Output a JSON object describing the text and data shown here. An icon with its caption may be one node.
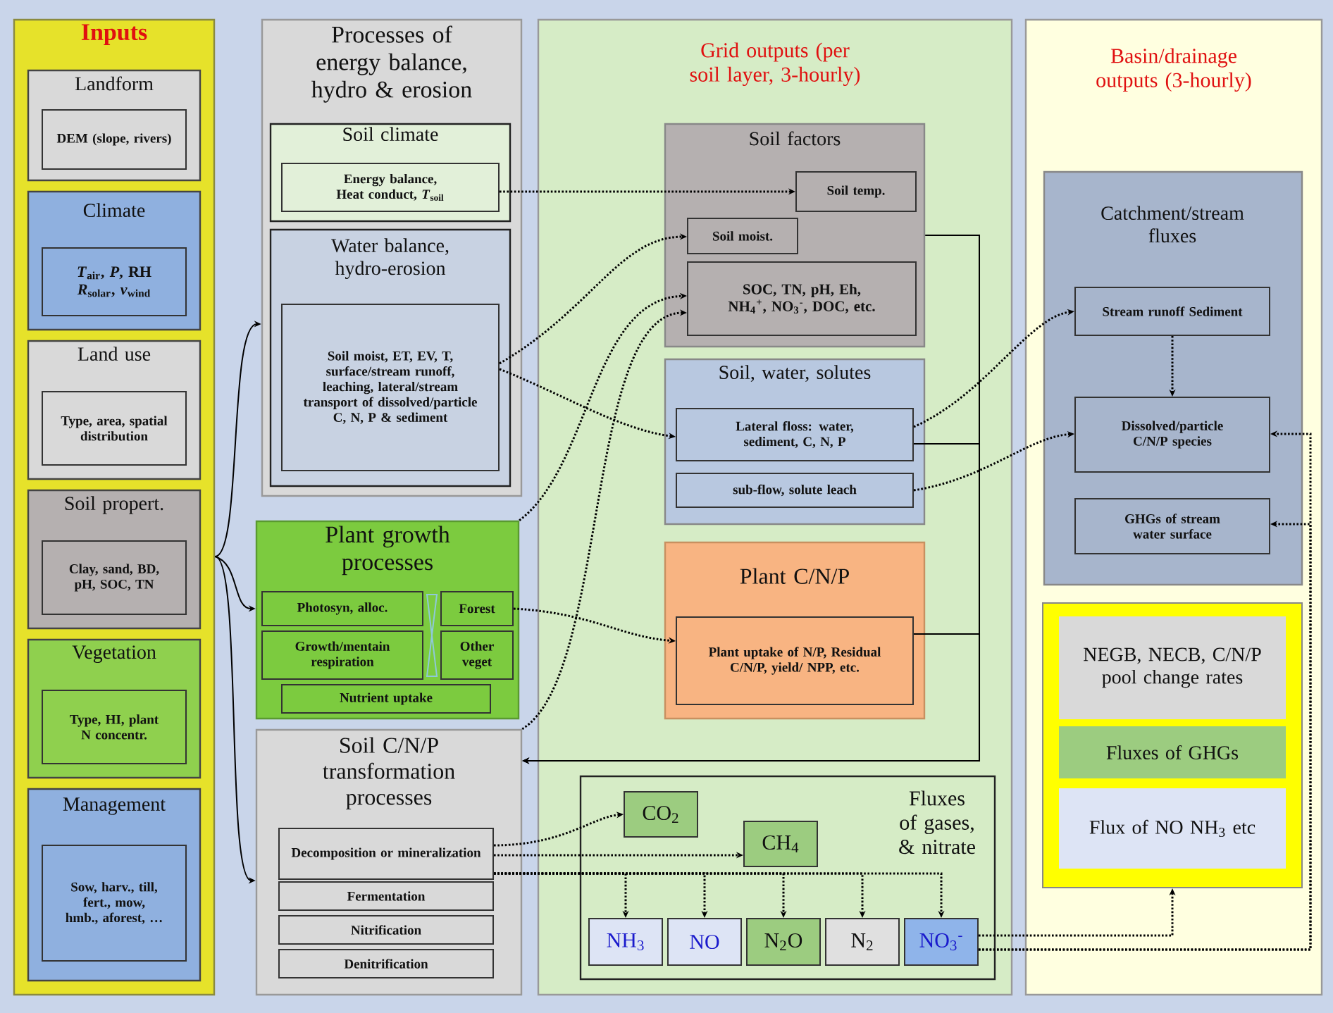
{
  "diagram": {
    "nodes": [
      {
        "text": [
          "Inputs"
        ]
      },
      {
        "text": [
          "Landform"
        ],
        "in": 0
      },
      {
        "text": [
          "DEM (slope, rivers)"
        ],
        "in": 1
      },
      {
        "text": [
          "Climate"
        ],
        "in": 0
      },
      {
        "text": [
          "*T*$_{air}$, *P*, RH *R*$_{solar}$, *v*$_{wind}$"
        ],
        "in": 3
      },
      {
        "text": [
          "Land use"
        ],
        "in": 0
      },
      {
        "text": [
          "Type, area, spatial distribution"
        ],
        "in": 5
      },
      {
        "text": [
          "Soil propert."
        ],
        "in": 0
      },
      {
        "text": [
          "Clay, sand, BD, pH, SOC, TN"
        ],
        "in": 7
      },
      {
        "text": [
          "Vegetation"
        ],
        "in": 0
      },
      {
        "text": [
          "Type, HI, plant N concentr."
        ],
        "in": 9
      },
      {
        "text": [
          "Management"
        ],
        "in": 0
      },
      {
        "text": [
          "Sow, harv., till, fert., mow, hmb., aforest, …"
        ],
        "in": 11
      },
      {
        "text": [
          "Processes of energy balance, hydro & erosion"
        ]
      },
      {
        "text": [
          "Soil climate"
        ],
        "in": 13
      },
      {
        "text": [
          "Energy balance, Heat conduct, *T*$_{soil}$"
        ],
        "in": 14
      },
      {
        "text": [
          "Water balance, hydro-erosion"
        ],
        "in": 13
      },
      {
        "text": [
          "Soil moist, ET, EV, T, surface/stream runoff, leaching, lateral/stream transport of dissolved/particle C, N, P & sediment"
        ],
        "in": 16
      },
      {
        "text": [
          "Plant growth processes"
        ]
      },
      {
        "text": [
          "Photosyn, alloc."
        ],
        "in": 18
      },
      {
        "text": [
          "Forest"
        ],
        "in": 18
      },
      {
        "text": [
          "Growth/mentain respiration"
        ],
        "in": 18
      },
      {
        "text": [
          "Other veget"
        ],
        "in": 18
      },
      {
        "text": [
          "Nutrient uptake"
        ],
        "in": 18
      },
      {
        "text": [
          "Soil C/N/P transformation processes"
        ]
      },
      {
        "text": [
          "Decomposition or mineralization"
        ],
        "in": 24
      },
      {
        "text": [
          "Fermentation"
        ],
        "in": 24
      },
      {
        "text": [
          "Nitrification"
        ],
        "in": 24
      },
      {
        "text": [
          "Denitrification"
        ],
        "in": 24
      },
      {
        "text": [
          "Grid outputs (per soil layer, 3-hourly)"
        ]
      },
      {
        "text": [
          "Soil factors"
        ],
        "in": 29
      },
      {
        "text": [
          "Soil temp."
        ],
        "in": 30
      },
      {
        "text": [
          "Soil moist."
        ],
        "in": 30
      },
      {
        "text": [
          "SOC, TN, pH, Eh, NH$_{4}$$^{+}$, NO$_{3}$$^{-}$, DOC, etc."
        ],
        "in": 30
      },
      {
        "text": [
          "Soil, water, solutes"
        ],
        "in": 29
      },
      {
        "text": [
          "Lateral floss: water, sediment, C, N, P"
        ],
        "in": 34
      },
      {
        "text": [
          "sub-flow, solute leach"
        ],
        "in": 34
      },
      {
        "text": [
          "Plant C/N/P"
        ],
        "in": 29
      },
      {
        "text": [
          "Plant uptake of N/P, Residual C/N/P, yield/ NPP, etc."
        ],
        "in": 37
      },
      {
        "text": [
          "Fluxes of gases, & nitrate"
        ],
        "in": 29
      },
      {
        "text": [
          "CO$_{2}$"
        ],
        "in": 39
      },
      {
        "text": [
          "CH$_{4}$"
        ],
        "in": 39
      },
      {
        "text": [
          "NH$_{3}$"
        ],
        "in": 39
      },
      {
        "text": [
          "NO"
        ],
        "in": 39
      },
      {
        "text": [
          "N$_{2}$O"
        ],
        "in": 39
      },
      {
        "text": [
          "N$_{2}$"
        ],
        "in": 39
      },
      {
        "text": [
          "NO$_{3}$$^{-}$"
        ],
        "in": 39
      },
      {
        "text": [
          "Basin/drainage outputs (3-hourly)"
        ]
      },
      {
        "text": [
          "Catchment/stream fluxes"
        ],
        "in": 47
      },
      {
        "text": [
          "Stream runoff Sediment"
        ],
        "in": 48
      },
      {
        "text": [
          "Dissolved/particle C/N/P species"
        ],
        "in": 48
      },
      {
        "text": [
          "GHGs of stream water surface"
        ],
        "in": 48
      },
      {
        "text": [],
        "shape": "box",
        "in": 47
      },
      {
        "text": [
          "NEGB, NECB, C/N/P pool change rates"
        ],
        "in": 52
      },
      {
        "text": [
          "Fluxes of GHGs"
        ],
        "in": 52
      },
      {
        "text": [
          "Flux of NO NH$_{3}$ etc"
        ],
        "in": 52
      }
    ],
    "edges": [
      {
        "from": 0,
        "to": 13,
        "arrow": "to"
      },
      {
        "from": 0,
        "to": 18,
        "arrow": "to"
      },
      {
        "from": 0,
        "to": 24,
        "arrow": "to"
      },
      {
        "from": 15,
        "to": 31,
        "arrow": "to",
        "style": "dashed"
      },
      {
        "from": 17,
        "to": 32,
        "arrow": "to",
        "style": "dashed"
      },
      {
        "from": 17,
        "to": 35,
        "arrow": "to",
        "style": "dashed"
      },
      {
        "from": 18,
        "to": 33,
        "arrow": "to",
        "style": "dashed"
      },
      {
        "from": 24,
        "to": 33,
        "arrow": "to",
        "style": "dashed"
      },
      {
        "from": 20,
        "to": 38,
        "arrow": "to",
        "style": "dashed"
      },
      {
        "from": 25,
        "to": 40,
        "arrow": "to",
        "style": "dashed"
      },
      {
        "from": 25,
        "to": 41,
        "arrow": "to",
        "style": "dashed"
      },
      {
        "from": 25,
        "to": 42,
        "arrow": "to",
        "style": "dashed"
      },
      {
        "from": 25,
        "to": 43,
        "arrow": "to",
        "style": "dashed"
      },
      {
        "from": 25,
        "to": 44,
        "arrow": "to",
        "style": "dashed"
      },
      {
        "from": 25,
        "to": 45,
        "arrow": "to",
        "style": "dashed"
      },
      {
        "from": 25,
        "to": 46,
        "arrow": "to",
        "style": "dashed"
      },
      {
        "from": 35,
        "to": 49,
        "arrow": "to",
        "style": "dashed"
      },
      {
        "from": 36,
        "to": 50,
        "arrow": "to",
        "style": "dashed"
      },
      {
        "from": 49,
        "to": 50,
        "arrow": "to",
        "style": "dashed"
      },
      {
        "from": 46,
        "to": 52,
        "arrow": "to",
        "style": "dashed"
      },
      {
        "from": 46,
        "to": 50,
        "arrow": "to",
        "style": "dashed"
      },
      {
        "from": 46,
        "to": 51,
        "arrow": "to",
        "style": "dashed"
      },
      {
        "from": 30,
        "to": 24,
        "arrow": "to"
      },
      {
        "from": 35,
        "to": 24,
        "arrow": "to"
      },
      {
        "from": 38,
        "to": 24,
        "arrow": "to"
      }
    ]
  }
}
